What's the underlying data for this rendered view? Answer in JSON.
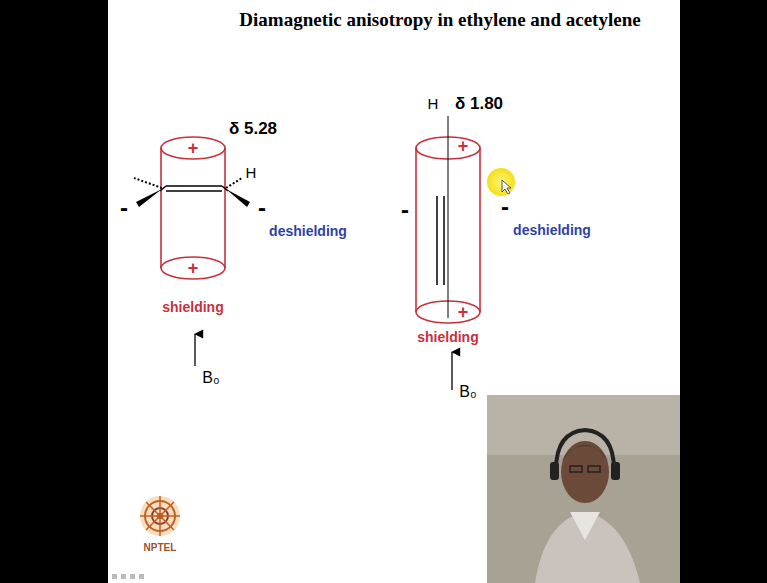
{
  "diagram": {
    "title": "Diamagnetic anisotropy in ethylene and acetylene",
    "labels": [
      "+",
      "+",
      "δ 5.28",
      "H",
      "-",
      "-",
      "deshielding",
      "shielding",
      "B₀",
      "H",
      "δ 1.80",
      "+",
      "+",
      "-",
      "-",
      "deshielding",
      "shielding",
      "B₀",
      "NPTEL"
    ]
  }
}
